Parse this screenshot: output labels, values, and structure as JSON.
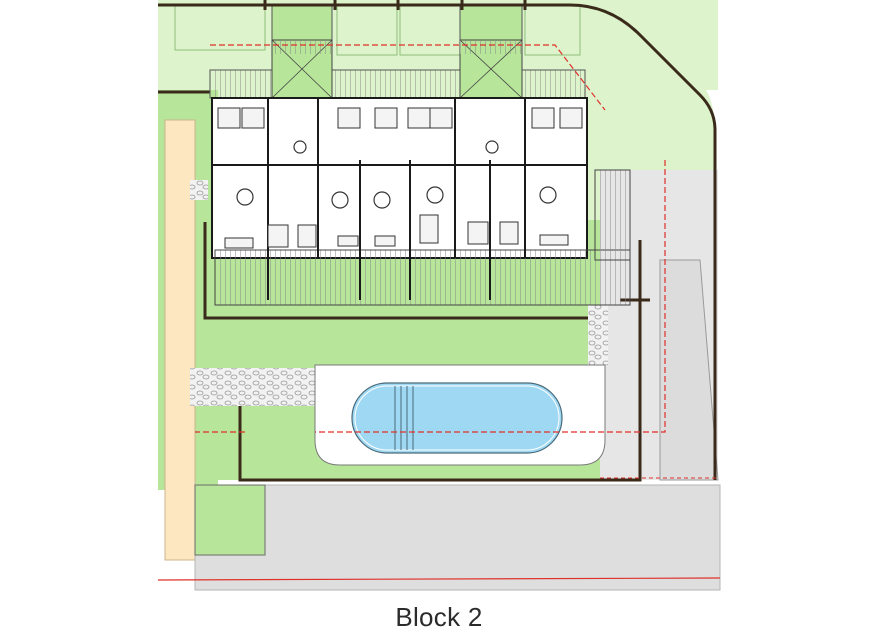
{
  "caption": "Block 2",
  "colors": {
    "lawn": "#b7e59a",
    "lawn_pale": "#dcf3cc",
    "paving_grey": "#d9d9d9",
    "path_beige": "#fde7c0",
    "pool_water": "#9fd8f2",
    "walls": "#3a2a1a",
    "site_boundary_red": "#e0302a",
    "building_fill": "#ffffff"
  },
  "plan": {
    "block_label": "Block 2",
    "features": [
      "building-footprint",
      "terraces",
      "swimming-pool",
      "pool-deck",
      "gravel-paths",
      "lawn-areas",
      "driveway",
      "site-boundary"
    ]
  }
}
